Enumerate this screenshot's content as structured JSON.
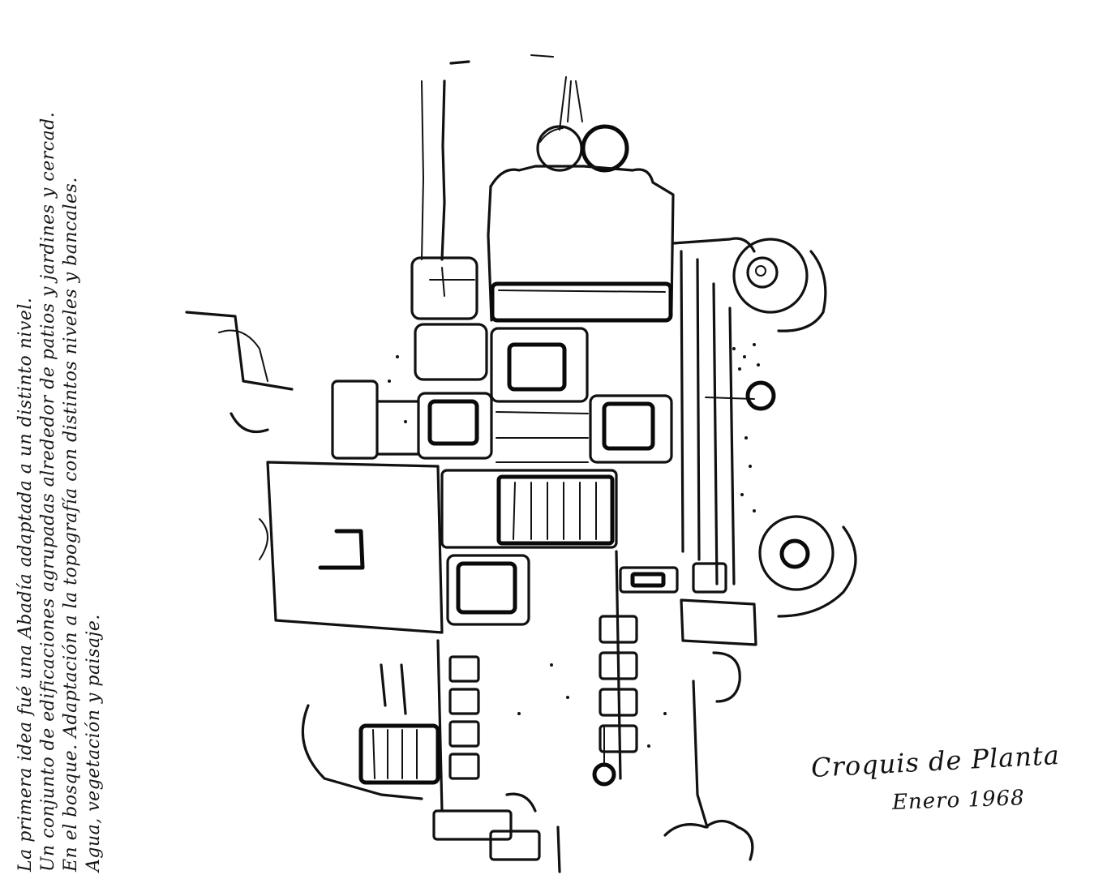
{
  "sketch": {
    "title": "Croquis de Planta",
    "date": "Enero 1968"
  },
  "handwritten_note": {
    "lines": [
      "La primera idea fué una Abadía adaptada a un distinto nivel.",
      "Un conjunto de edificaciones agrupadas alrededor de patios y jardines y cercad.",
      "En el bosque. Adaptación a la topografía con distintos niveles y bancales.",
      "Agua, vegetación y paisaje."
    ]
  }
}
